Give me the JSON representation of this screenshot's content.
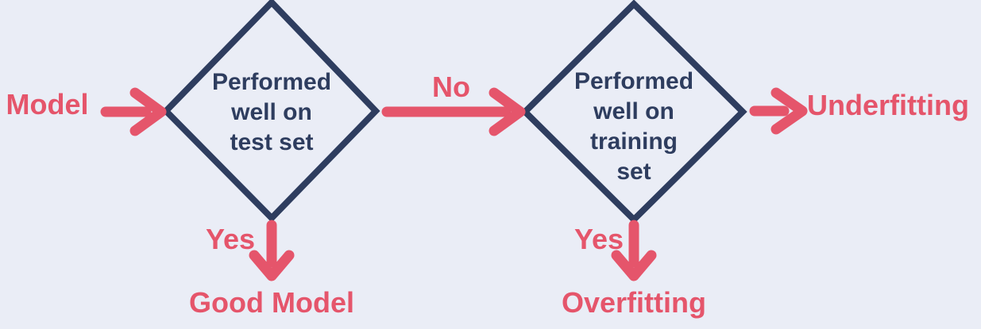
{
  "diagram": {
    "title_hint": "Model evaluation flowchart (good model vs overfitting vs underfitting)",
    "start_label": "Model",
    "decision1": {
      "text": "Performed\nwell on\ntest set"
    },
    "decision2": {
      "text": "Performed\nwell on\ntraining\nset"
    },
    "edges": {
      "no_label": "No",
      "yes1_label": "Yes",
      "yes2_label": "Yes"
    },
    "outcomes": {
      "good_model": "Good Model",
      "overfitting": "Overfitting",
      "underfitting": "Underfitting"
    }
  },
  "colors": {
    "background": "#eaedf6",
    "navy": "#2e3d5f",
    "pink": "#e5556b"
  }
}
